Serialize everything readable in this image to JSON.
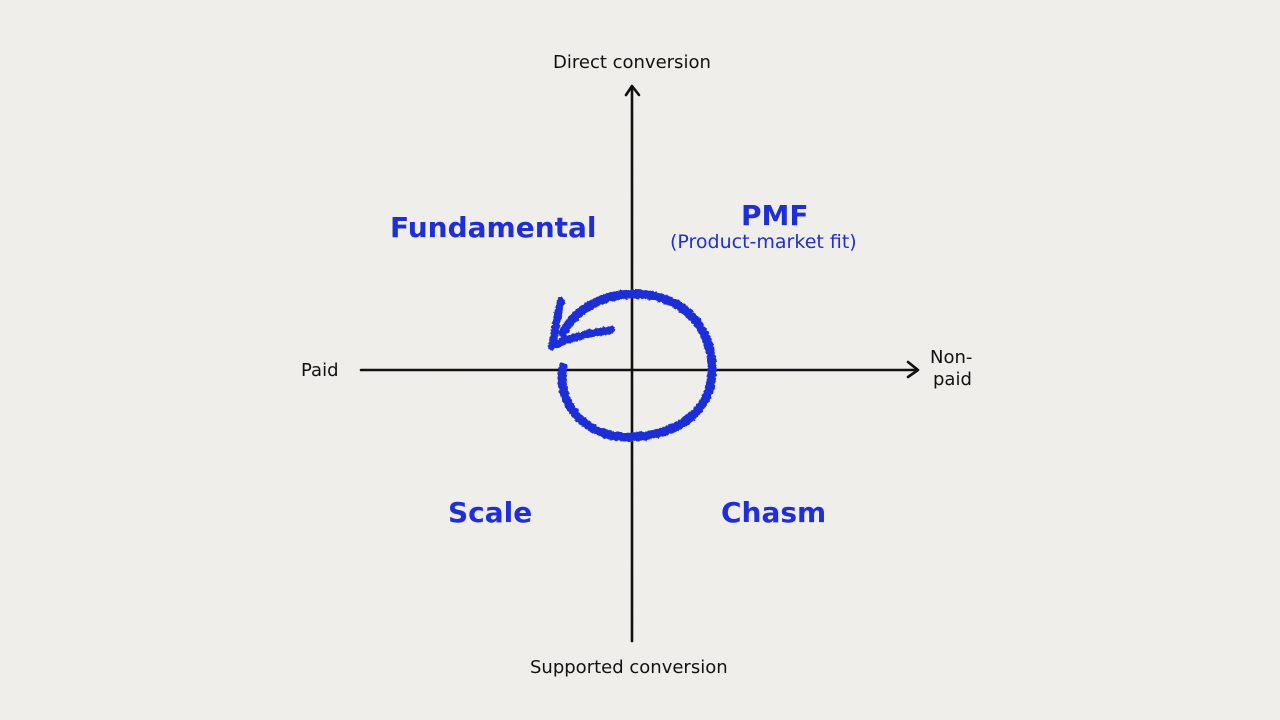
{
  "axes": {
    "top": "Direct conversion",
    "bottom": "Supported conversion",
    "left": "Paid",
    "right_line1": "Non-",
    "right_line2": "paid"
  },
  "quadrants": {
    "top_left": "Fundamental",
    "top_right": "PMF",
    "top_right_sub": "(Product-market fit)",
    "bottom_left": "Scale",
    "bottom_right": "Chasm"
  },
  "colors": {
    "background": "#f1f0ec",
    "axis": "#111111",
    "accent": "#1f2ed6"
  },
  "icons": {
    "cycle": "counterclockwise-cycle-arrow-icon"
  }
}
